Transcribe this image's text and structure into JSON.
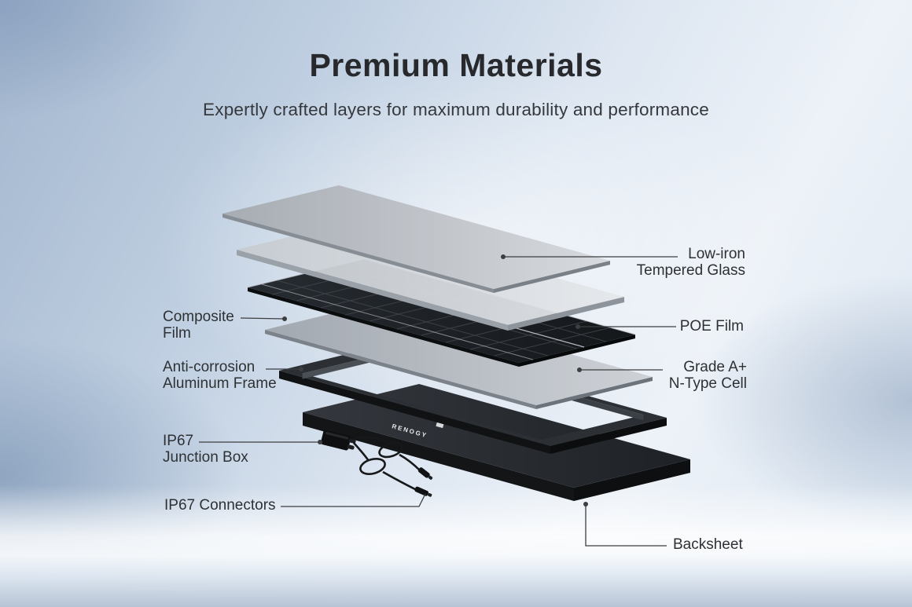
{
  "page": {
    "title": "Premium Materials",
    "subtitle": "Expertly crafted layers for maximum durability and performance"
  },
  "diagram": {
    "brand_mark": "RENOGY",
    "labels": {
      "low_iron_tempered_glass": "Low-iron\nTempered Glass",
      "poe_film": "POE Film",
      "grade_a_n_type_cell": "Grade A+\nN-Type Cell",
      "backsheet": "Backsheet",
      "composite_film": "Composite\nFilm",
      "anti_corrosion_aluminum_frame": "Anti-corrosion\nAluminum Frame",
      "ip67_junction_box": "IP67\nJunction Box",
      "ip67_connectors": "IP67 Connectors"
    }
  },
  "colors": {
    "background_blue": "#a3b6ce",
    "glass_gray": "#c3c8cd",
    "film_gray": "#d6dade",
    "cell_dark": "#1e2226",
    "composite_gray": "#b3b8bf",
    "frame_dark": "#2c3035",
    "backsheet_dark": "#26292e",
    "text_dark": "#2e3134",
    "leader_line": "#3c3e40"
  }
}
